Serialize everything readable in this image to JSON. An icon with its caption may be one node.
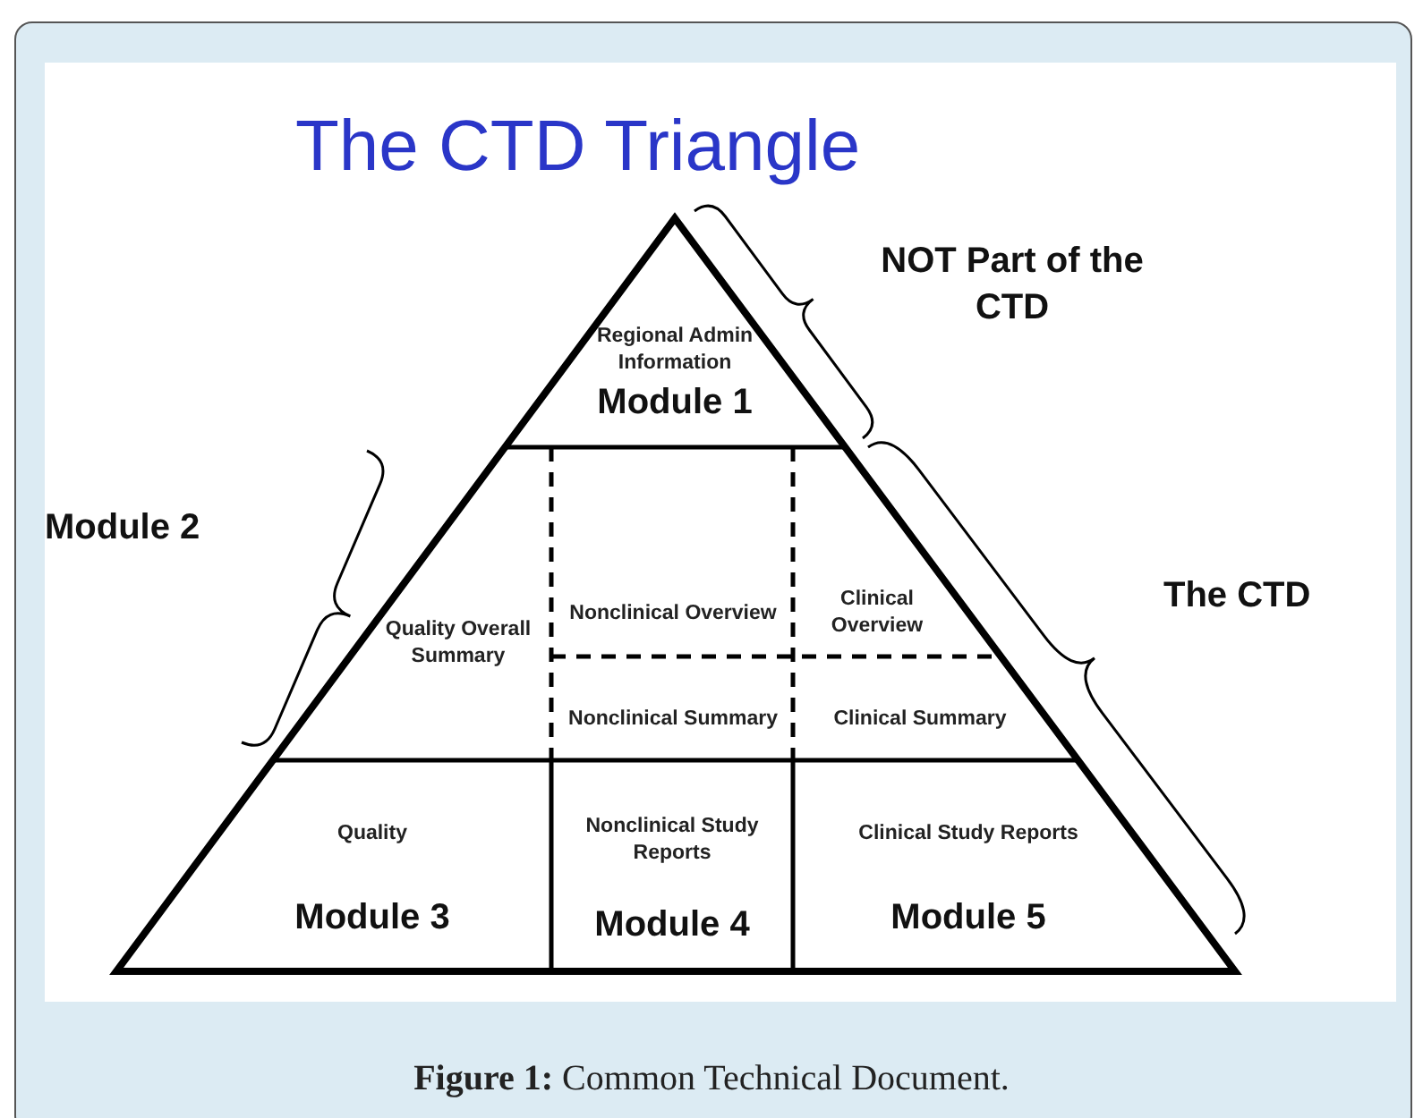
{
  "diagram": {
    "title": "The CTD Triangle",
    "caption": "**Figure 1:** Common Technical Document.",
    "nodes": [
      {
        "text": [
          "Regional Admin Information",
          "Module 1"
        ]
      },
      {
        "text": [
          "Quality Overall Summary"
        ]
      },
      {
        "text": [
          "Nonclinical Overview"
        ]
      },
      {
        "text": [
          "Clinical Overview"
        ]
      },
      {
        "text": [
          "Nonclinical Summary"
        ]
      },
      {
        "text": [
          "Clinical Summary"
        ]
      },
      {
        "text": [
          "Quality",
          "Module 3"
        ]
      },
      {
        "text": [
          "Nonclinical Study Reports",
          "Module 4"
        ]
      },
      {
        "text": [
          "Clinical Study Reports",
          "Module 5"
        ]
      }
    ],
    "labels": [
      "NOT Part of the CTD",
      "Module 2",
      "The CTD"
    ]
  }
}
